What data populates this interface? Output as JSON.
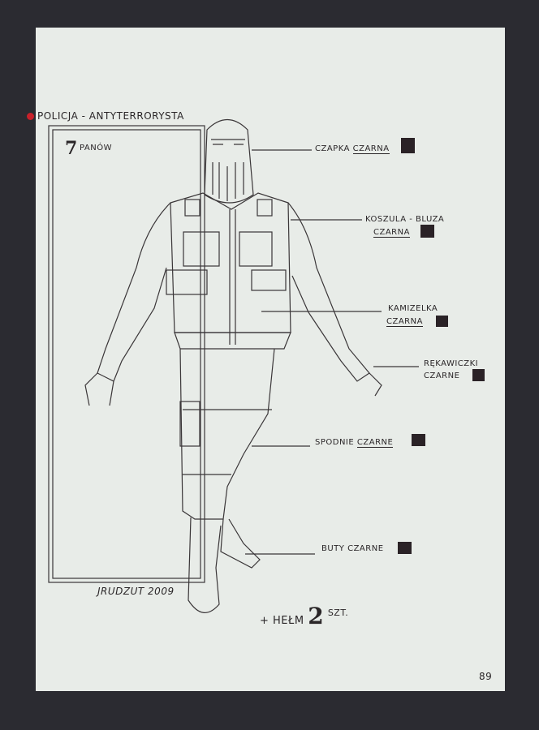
{
  "title": "POLICJA - ANTYTERRORYSTA",
  "count": {
    "number": "7",
    "label": "PANÓW"
  },
  "items": [
    {
      "lines": [
        "CZAPKA",
        "CZARNA"
      ]
    },
    {
      "lines": [
        "KOSZULA - BLUZA",
        "CZARNA"
      ]
    },
    {
      "lines": [
        "KAMIZELKA",
        "CZARNA"
      ]
    },
    {
      "lines": [
        "RĘKAWICZKI",
        "CZARNE"
      ]
    },
    {
      "lines": [
        "SPODNIE",
        "CZARNE"
      ]
    },
    {
      "lines": [
        "BUTY",
        "CZARNE"
      ]
    }
  ],
  "swatch_color": "#2a2226",
  "marker_color": "#c8202a",
  "signature": "JRUDZUT 2009",
  "extra": {
    "prefix": "+ HEŁM",
    "qty": "2",
    "unit": "SZT."
  },
  "page_number": "89"
}
